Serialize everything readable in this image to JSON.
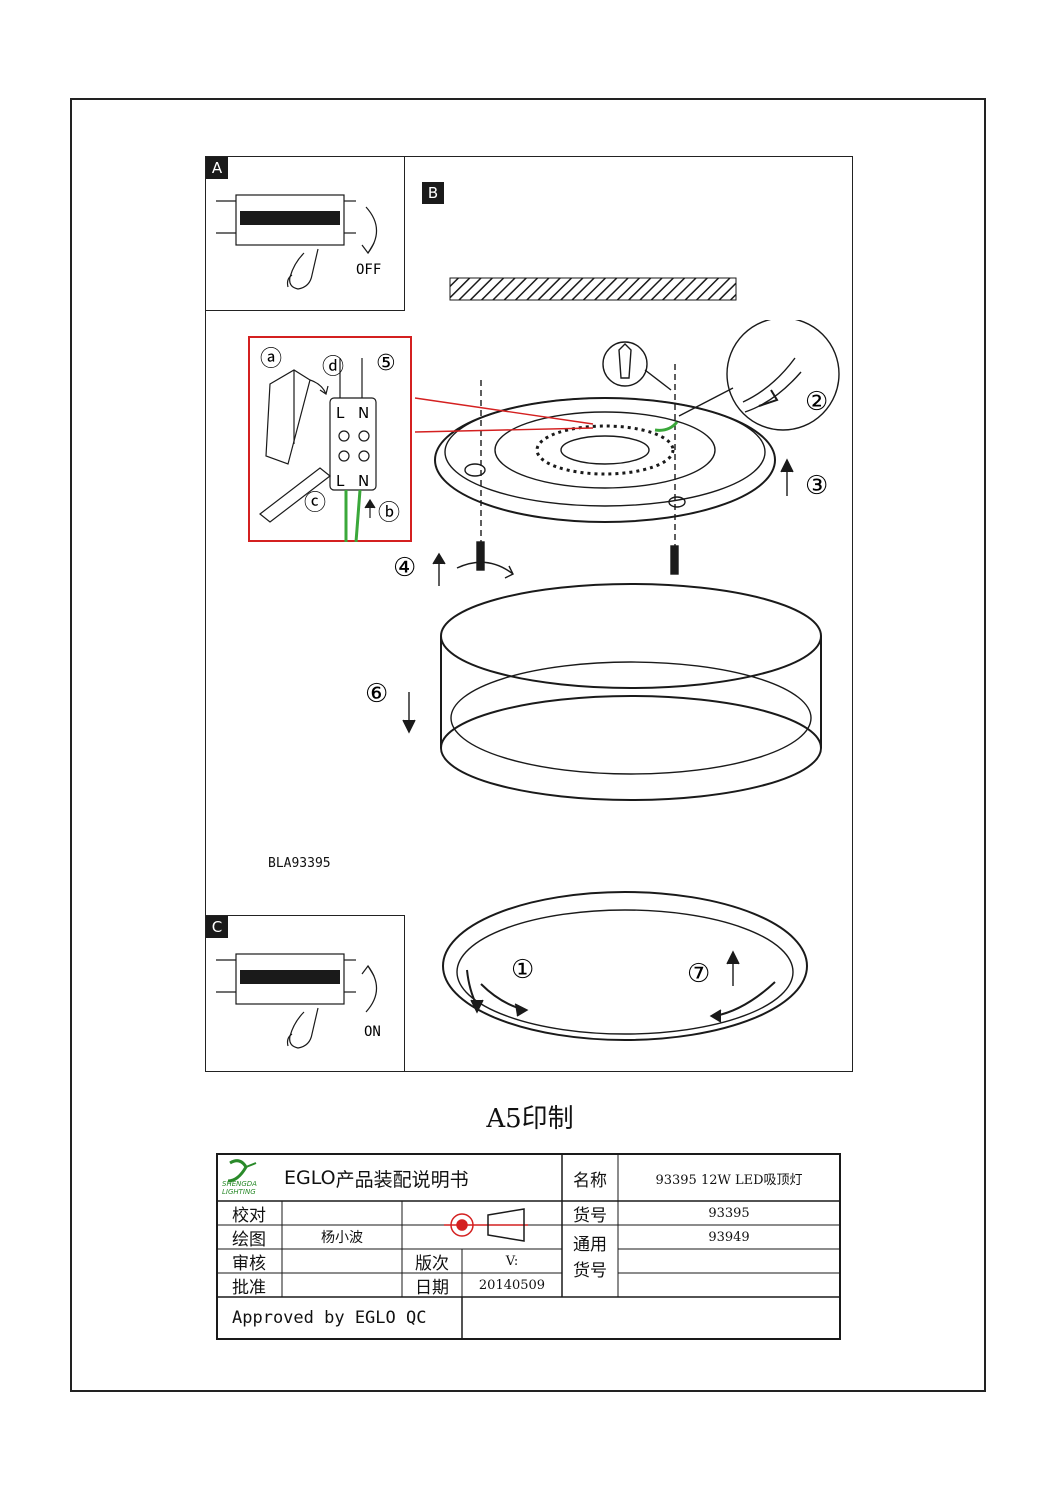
{
  "insets": {
    "a": {
      "tag": "A",
      "action": "OFF"
    },
    "b": {
      "tag": "B"
    },
    "c": {
      "tag": "C",
      "action": "ON"
    }
  },
  "steps": [
    "①",
    "②",
    "③",
    "④",
    "⑤",
    "⑥",
    "⑦"
  ],
  "detail_letters": [
    "ⓐ",
    "ⓑ",
    "ⓒ",
    "ⓓ"
  ],
  "terminal_labels": {
    "live": "L",
    "neutral": "N"
  },
  "model_code": "BLA93395",
  "print_note": "A5印制",
  "title_block": {
    "brand": "EGLO",
    "title_suffix": "产品装配说明书",
    "logo_text": "SHENGDA LIGHTING",
    "rows": {
      "check": "校对",
      "draw": "绘图",
      "drawer_name": "杨小波",
      "review": "审核",
      "approve": "批准",
      "version": "版次",
      "version_value": "V:",
      "date": "日期",
      "date_value": "20140509",
      "name": "名称",
      "name_value": "93395 12W LED吸顶灯",
      "item_no": "货号",
      "item_no_value": "93395",
      "common_line1": "通用",
      "common_line2": "货号",
      "common_value": "93949"
    },
    "approved": "Approved by EGLO QC"
  },
  "colors": {
    "line": "#1a1a1a",
    "highlight": "#d42020",
    "wire": "#3aa83a"
  }
}
